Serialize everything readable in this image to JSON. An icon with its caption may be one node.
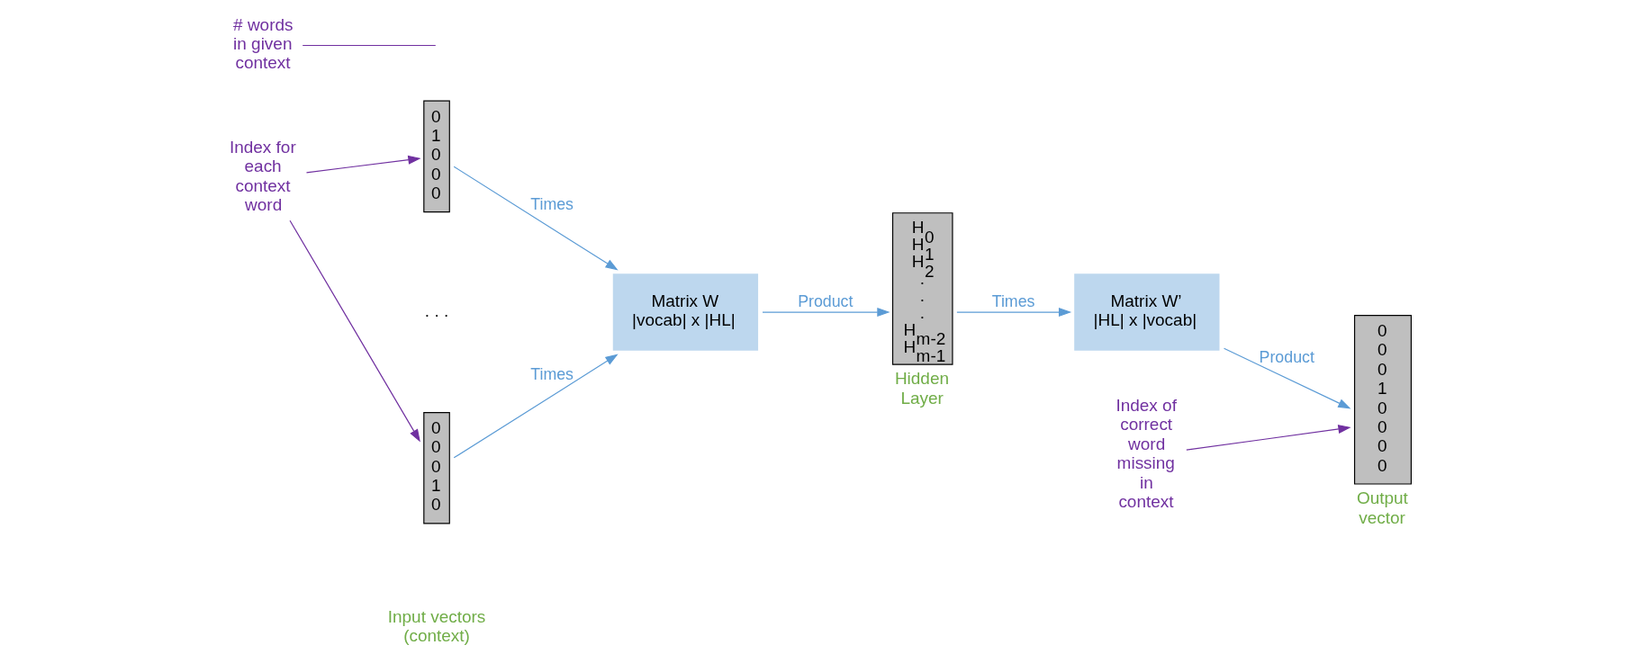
{
  "diagram": {
    "nodes": [
      {
        "text": [
          "Index for each context word"
        ]
      },
      {
        "text": [
          "0 1 0 0 0"
        ]
      },
      {
        "text": [
          "0 0 0 1 0"
        ]
      },
      {
        "text": [
          "# words in given context"
        ]
      },
      {
        "text": [
          "Matrix W",
          "|vocab| x |HL|"
        ]
      },
      {
        "text": [
          "H$_{0}$ H$_{1}$ H$_{2}$ . . . H$_{m-2}$ H$_{m-1}$"
        ],
        "beside": [
          "Hidden Layer"
        ]
      },
      {
        "text": [
          "Matrix W’",
          "|HL| x |vocab|"
        ]
      },
      {
        "text": [
          "0 0 0 1 0 0 0 0"
        ],
        "beside": [
          "Output vector"
        ]
      },
      {
        "text": [
          "Index of correct word missing in context"
        ]
      }
    ],
    "edges": [
      {
        "from": 0,
        "to": 1,
        "arrow": "to",
        "color": "#7030a0"
      },
      {
        "from": 0,
        "to": 2,
        "arrow": "to",
        "color": "#7030a0"
      },
      {
        "from": 1,
        "to": 4,
        "arrow": "to",
        "label": "Times"
      },
      {
        "from": 2,
        "to": 4,
        "arrow": "to",
        "label": "Times"
      },
      {
        "from": 4,
        "to": 5,
        "arrow": "to",
        "label": "Product"
      },
      {
        "from": 5,
        "to": 6,
        "arrow": "to",
        "label": "Times"
      },
      {
        "from": 6,
        "to": 7,
        "arrow": "to",
        "label": "Product"
      },
      {
        "from": 8,
        "to": 7,
        "arrow": "to",
        "color": "#7030a0"
      },
      {
        "from": 3,
        "to": null,
        "arrow": "none",
        "color": "#7030a0"
      }
    ],
    "labels": [
      ". . .",
      "Input vectors (context)"
    ]
  }
}
